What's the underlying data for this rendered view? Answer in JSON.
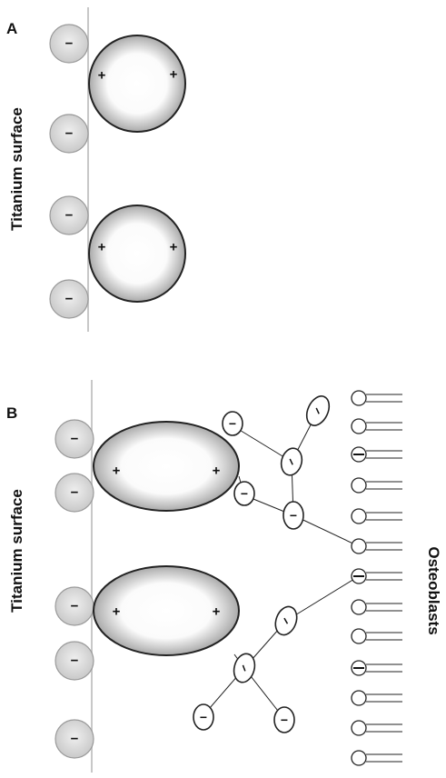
{
  "panel_a": {
    "label": "A",
    "surface_label": "Titanium surface",
    "surface_charge": "−",
    "particle_charge": "+"
  },
  "panel_b": {
    "label": "B",
    "surface_label": "Titanium surface",
    "surface_charge": "−",
    "particle_charge": "+",
    "bridge_charge": "−",
    "cell_label": "Osteoblasts"
  }
}
